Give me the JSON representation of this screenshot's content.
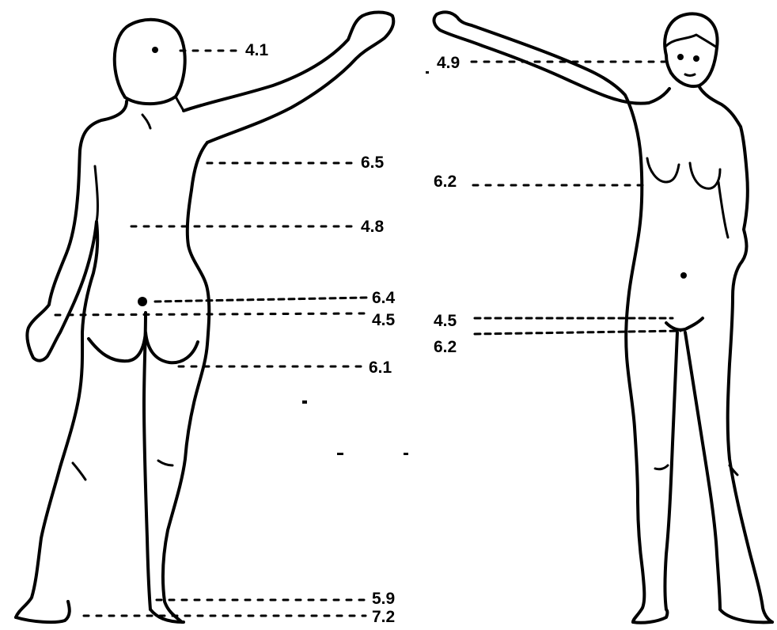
{
  "figures": {
    "back": {
      "labels": [
        {
          "id": "head",
          "text": "4.1"
        },
        {
          "id": "upper-back",
          "text": "6.5"
        },
        {
          "id": "lower-back",
          "text": "4.8"
        },
        {
          "id": "buttock-upper",
          "text": "6.4"
        },
        {
          "id": "buttock-mid",
          "text": "4.5"
        },
        {
          "id": "buttock-lower",
          "text": "6.1"
        },
        {
          "id": "ankle",
          "text": "5.9"
        },
        {
          "id": "heel",
          "text": "7.2"
        }
      ]
    },
    "front": {
      "labels": [
        {
          "id": "face",
          "text": "4.9"
        },
        {
          "id": "chest",
          "text": "6.2"
        },
        {
          "id": "groin-upper",
          "text": "4.5"
        },
        {
          "id": "groin-lower",
          "text": "6.2"
        }
      ]
    }
  }
}
